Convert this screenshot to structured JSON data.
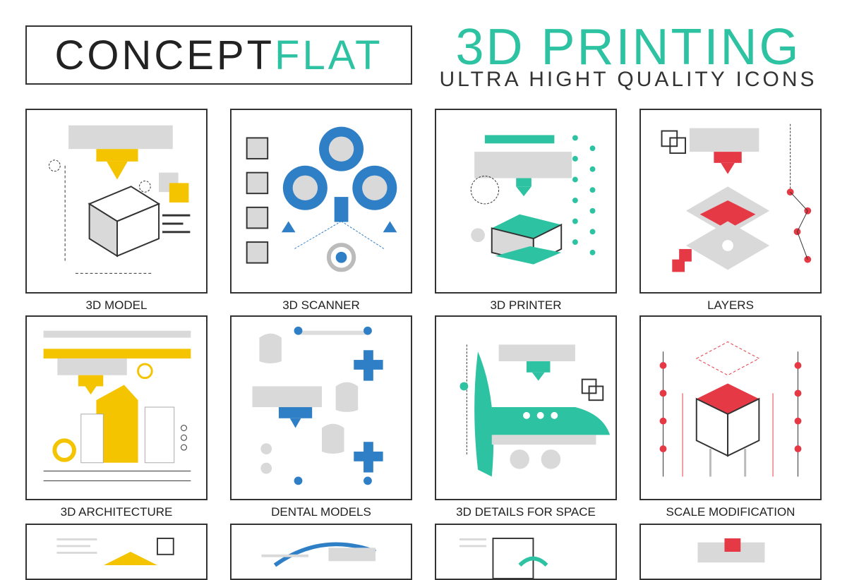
{
  "header": {
    "brand_part1": "CONCEPT",
    "brand_part2": "FLAT",
    "title": "3D PRINTING",
    "subtitle": "ULTRA HIGHT QUALITY ICONS"
  },
  "tiles": [
    {
      "label": "3D MODEL",
      "accent": "#f5c400"
    },
    {
      "label": "3D SCANNER",
      "accent": "#2f7fc6"
    },
    {
      "label": "3D PRINTER",
      "accent": "#2dc3a2"
    },
    {
      "label": "LAYERS",
      "accent": "#e63946"
    },
    {
      "label": "3D ARCHITECTURE",
      "accent": "#f5c400"
    },
    {
      "label": "DENTAL MODELS",
      "accent": "#2f7fc6"
    },
    {
      "label": "3D  DETAILS FOR SPACE",
      "accent": "#2dc3a2"
    },
    {
      "label": "SCALE MODIFICATION",
      "accent": "#e63946"
    }
  ],
  "colors": {
    "teal": "#2dc3a2",
    "gray": "#d9d9d9",
    "dark": "#333333"
  }
}
